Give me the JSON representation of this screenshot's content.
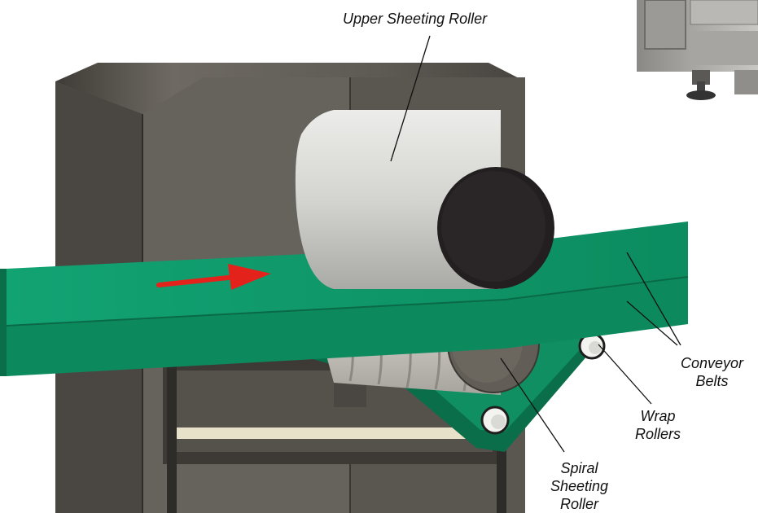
{
  "labels": {
    "upper_sheeting_roller": "Upper Sheeting Roller",
    "conveyor_belts": [
      "Conveyor",
      "Belts"
    ],
    "wrap_rollers": [
      "Wrap",
      "Rollers"
    ],
    "spiral_sheeting_roller": [
      "Spiral",
      "Sheeting",
      "Roller"
    ]
  },
  "colors": {
    "belt_green": "#0f9a6a",
    "belt_green_dark": "#0a6e4b",
    "machine_gray": "#6b6760",
    "machine_dark": "#4c4943",
    "roller_light": "#d9d9d5",
    "roller_end": "#231f20",
    "arrow_red": "#e3221c"
  }
}
